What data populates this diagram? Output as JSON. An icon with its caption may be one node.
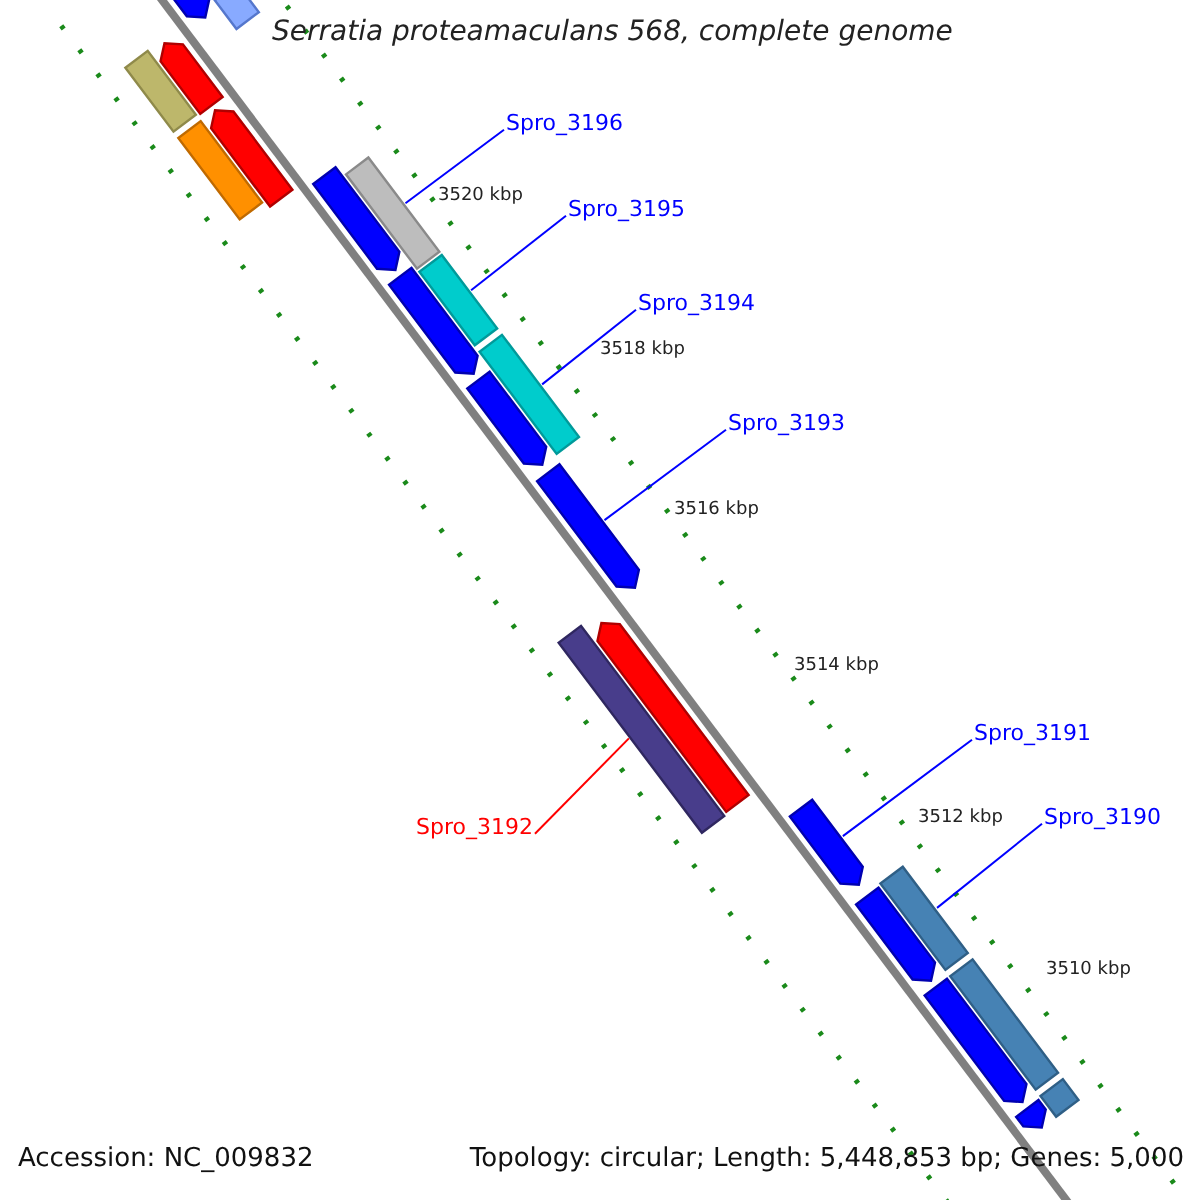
{
  "diagram": {
    "title": "Serratia proteamaculans 568, complete genome",
    "nodes": [
      {
        "text": [
          "Spro_3196"
        ]
      },
      {
        "text": [
          "Spro_3195"
        ]
      },
      {
        "text": [
          "Spro_3194"
        ]
      },
      {
        "text": [
          "Spro_3193"
        ]
      },
      {
        "text": [
          "Spro_3191"
        ]
      },
      {
        "text": [
          "Spro_3190"
        ]
      },
      {
        "text": [
          "Spro_3192"
        ]
      },
      {
        "text": [],
        "shape": "bar"
      },
      {
        "text": [],
        "shape": "arrow"
      },
      {
        "text": [],
        "shape": "arrow"
      },
      {
        "text": [],
        "shape": "bar"
      },
      {
        "text": [],
        "shape": "arrow"
      },
      {
        "text": [],
        "shape": "bar"
      },
      {
        "text": [],
        "shape": "bar"
      },
      {
        "text": [],
        "shape": "arrow"
      },
      {
        "text": [],
        "shape": "bar"
      },
      {
        "text": [],
        "shape": "arrow"
      },
      {
        "text": [],
        "shape": "bar"
      },
      {
        "text": [],
        "shape": "arrow"
      },
      {
        "text": [],
        "shape": "arrow"
      },
      {
        "text": [],
        "shape": "arrow"
      },
      {
        "text": [],
        "shape": "bar"
      },
      {
        "text": [],
        "shape": "arrow"
      },
      {
        "text": [],
        "shape": "bar"
      },
      {
        "text": [],
        "shape": "arrow"
      },
      {
        "text": [],
        "shape": "bar"
      },
      {
        "text": [],
        "shape": "arrow"
      },
      {
        "text": [],
        "shape": "bar"
      },
      {
        "text": [],
        "shape": "arrow"
      }
    ],
    "edges": [
      {
        "from": 0,
        "to": 13,
        "arrow": "none"
      },
      {
        "from": 1,
        "to": 15,
        "arrow": "none"
      },
      {
        "from": 2,
        "to": 17,
        "arrow": "none"
      },
      {
        "from": 3,
        "to": 19,
        "arrow": "none"
      },
      {
        "from": 4,
        "to": 22,
        "arrow": "none"
      },
      {
        "from": 5,
        "to": 23,
        "arrow": "none"
      },
      {
        "from": 6,
        "to": 21,
        "arrow": "none",
        "color": "#ff0000"
      }
    ],
    "labels": [
      "3520 kbp",
      "3518 kbp",
      "3516 kbp",
      "3514 kbp",
      "3512 kbp",
      "3510 kbp",
      "Accession: NC_009832",
      "Topology: circular; Length: 5,448,853 bp; Genes: 5,000"
    ]
  }
}
